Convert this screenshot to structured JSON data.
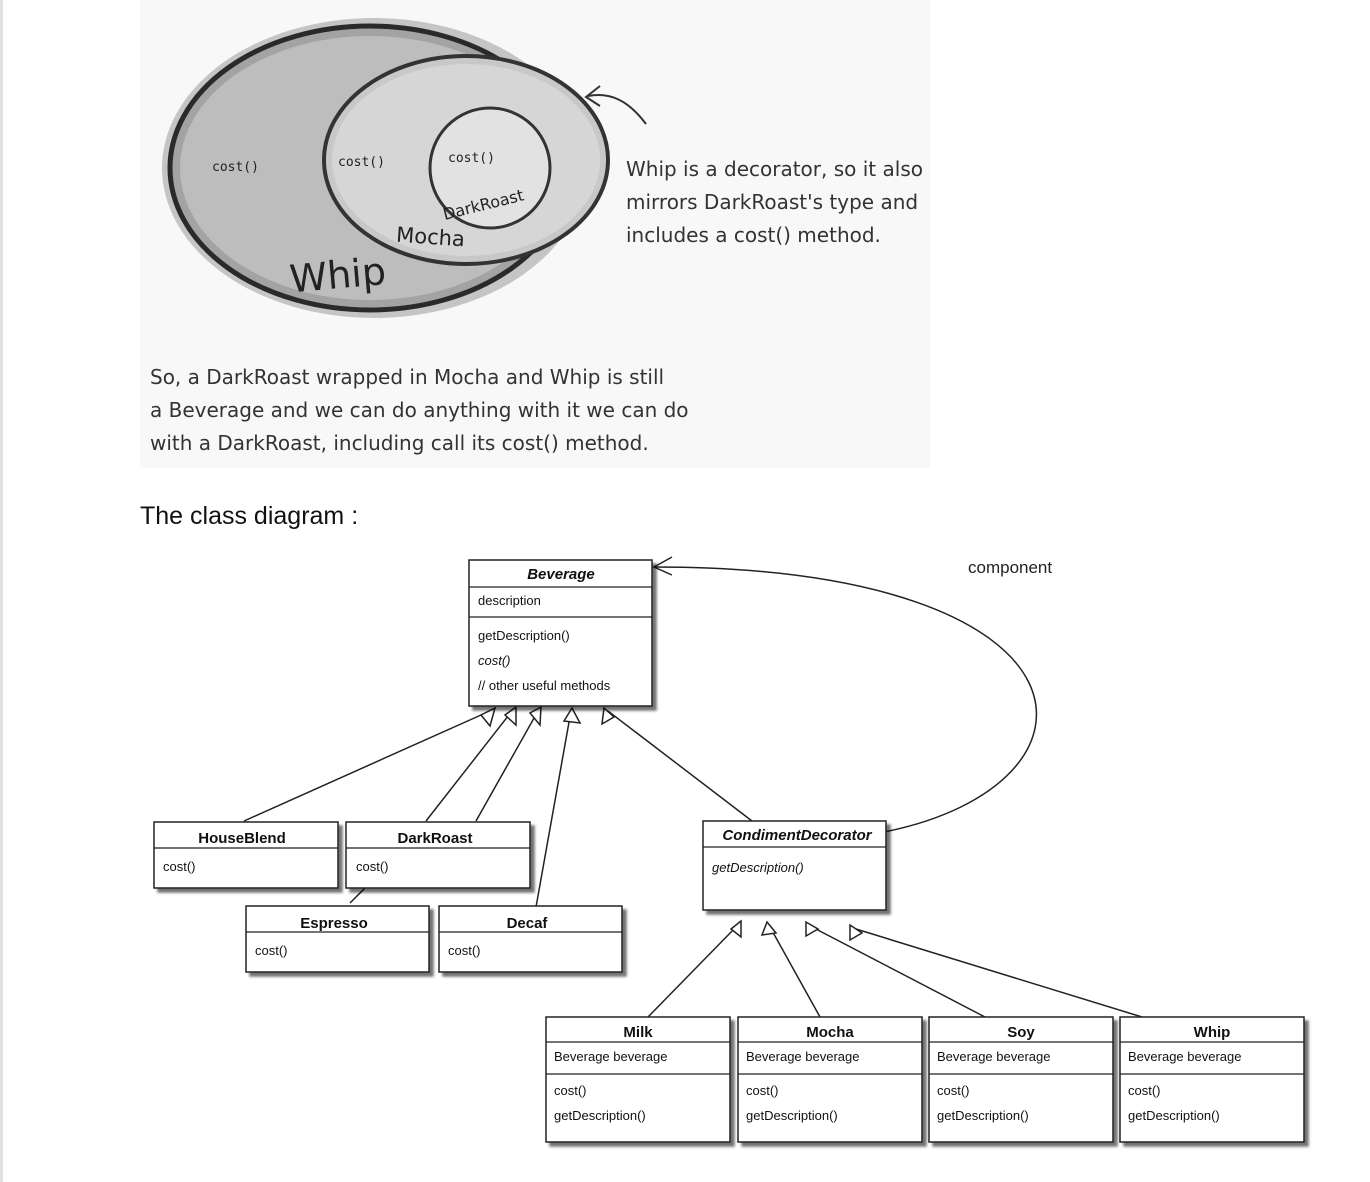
{
  "illustration": {
    "labels": {
      "outer_cost": "cost()",
      "middle_cost": "cost()",
      "inner_cost": "cost()",
      "inner_name": "DarkRoast",
      "middle_name": "Mocha",
      "outer_name": "Whip"
    },
    "side_note": [
      "Whip is a decorator, so it also",
      "mirrors DarkRoast's type and",
      "includes a cost() method."
    ],
    "bottom_note": [
      "So, a DarkRoast wrapped in Mocha and Whip is still",
      "a Beverage and we can do anything with it we can do",
      "with a  DarkRoast, including call its cost() method."
    ]
  },
  "section_heading": "The class diagram :",
  "uml": {
    "association_label": "component",
    "beverage": {
      "name": "Beverage",
      "attribute": "description",
      "methods": [
        "getDescription()",
        "cost()",
        "// other useful methods"
      ]
    },
    "house_blend": {
      "name": "HouseBlend",
      "method": "cost()"
    },
    "dark_roast": {
      "name": "DarkRoast",
      "method": "cost()"
    },
    "espresso": {
      "name": "Espresso",
      "method": "cost()"
    },
    "decaf": {
      "name": "Decaf",
      "method": "cost()"
    },
    "condiment_decorator": {
      "name": "CondimentDecorator",
      "method": "getDescription()"
    },
    "milk": {
      "name": "Milk",
      "attribute": "Beverage beverage",
      "methods": [
        "cost()",
        "getDescription()"
      ]
    },
    "mocha": {
      "name": "Mocha",
      "attribute": "Beverage beverage",
      "methods": [
        "cost()",
        "getDescription()"
      ]
    },
    "soy": {
      "name": "Soy",
      "attribute": "Beverage beverage",
      "methods": [
        "cost()",
        "getDescription()"
      ]
    },
    "whip": {
      "name": "Whip",
      "attribute": "Beverage beverage",
      "methods": [
        "cost()",
        "getDescription()"
      ]
    }
  }
}
